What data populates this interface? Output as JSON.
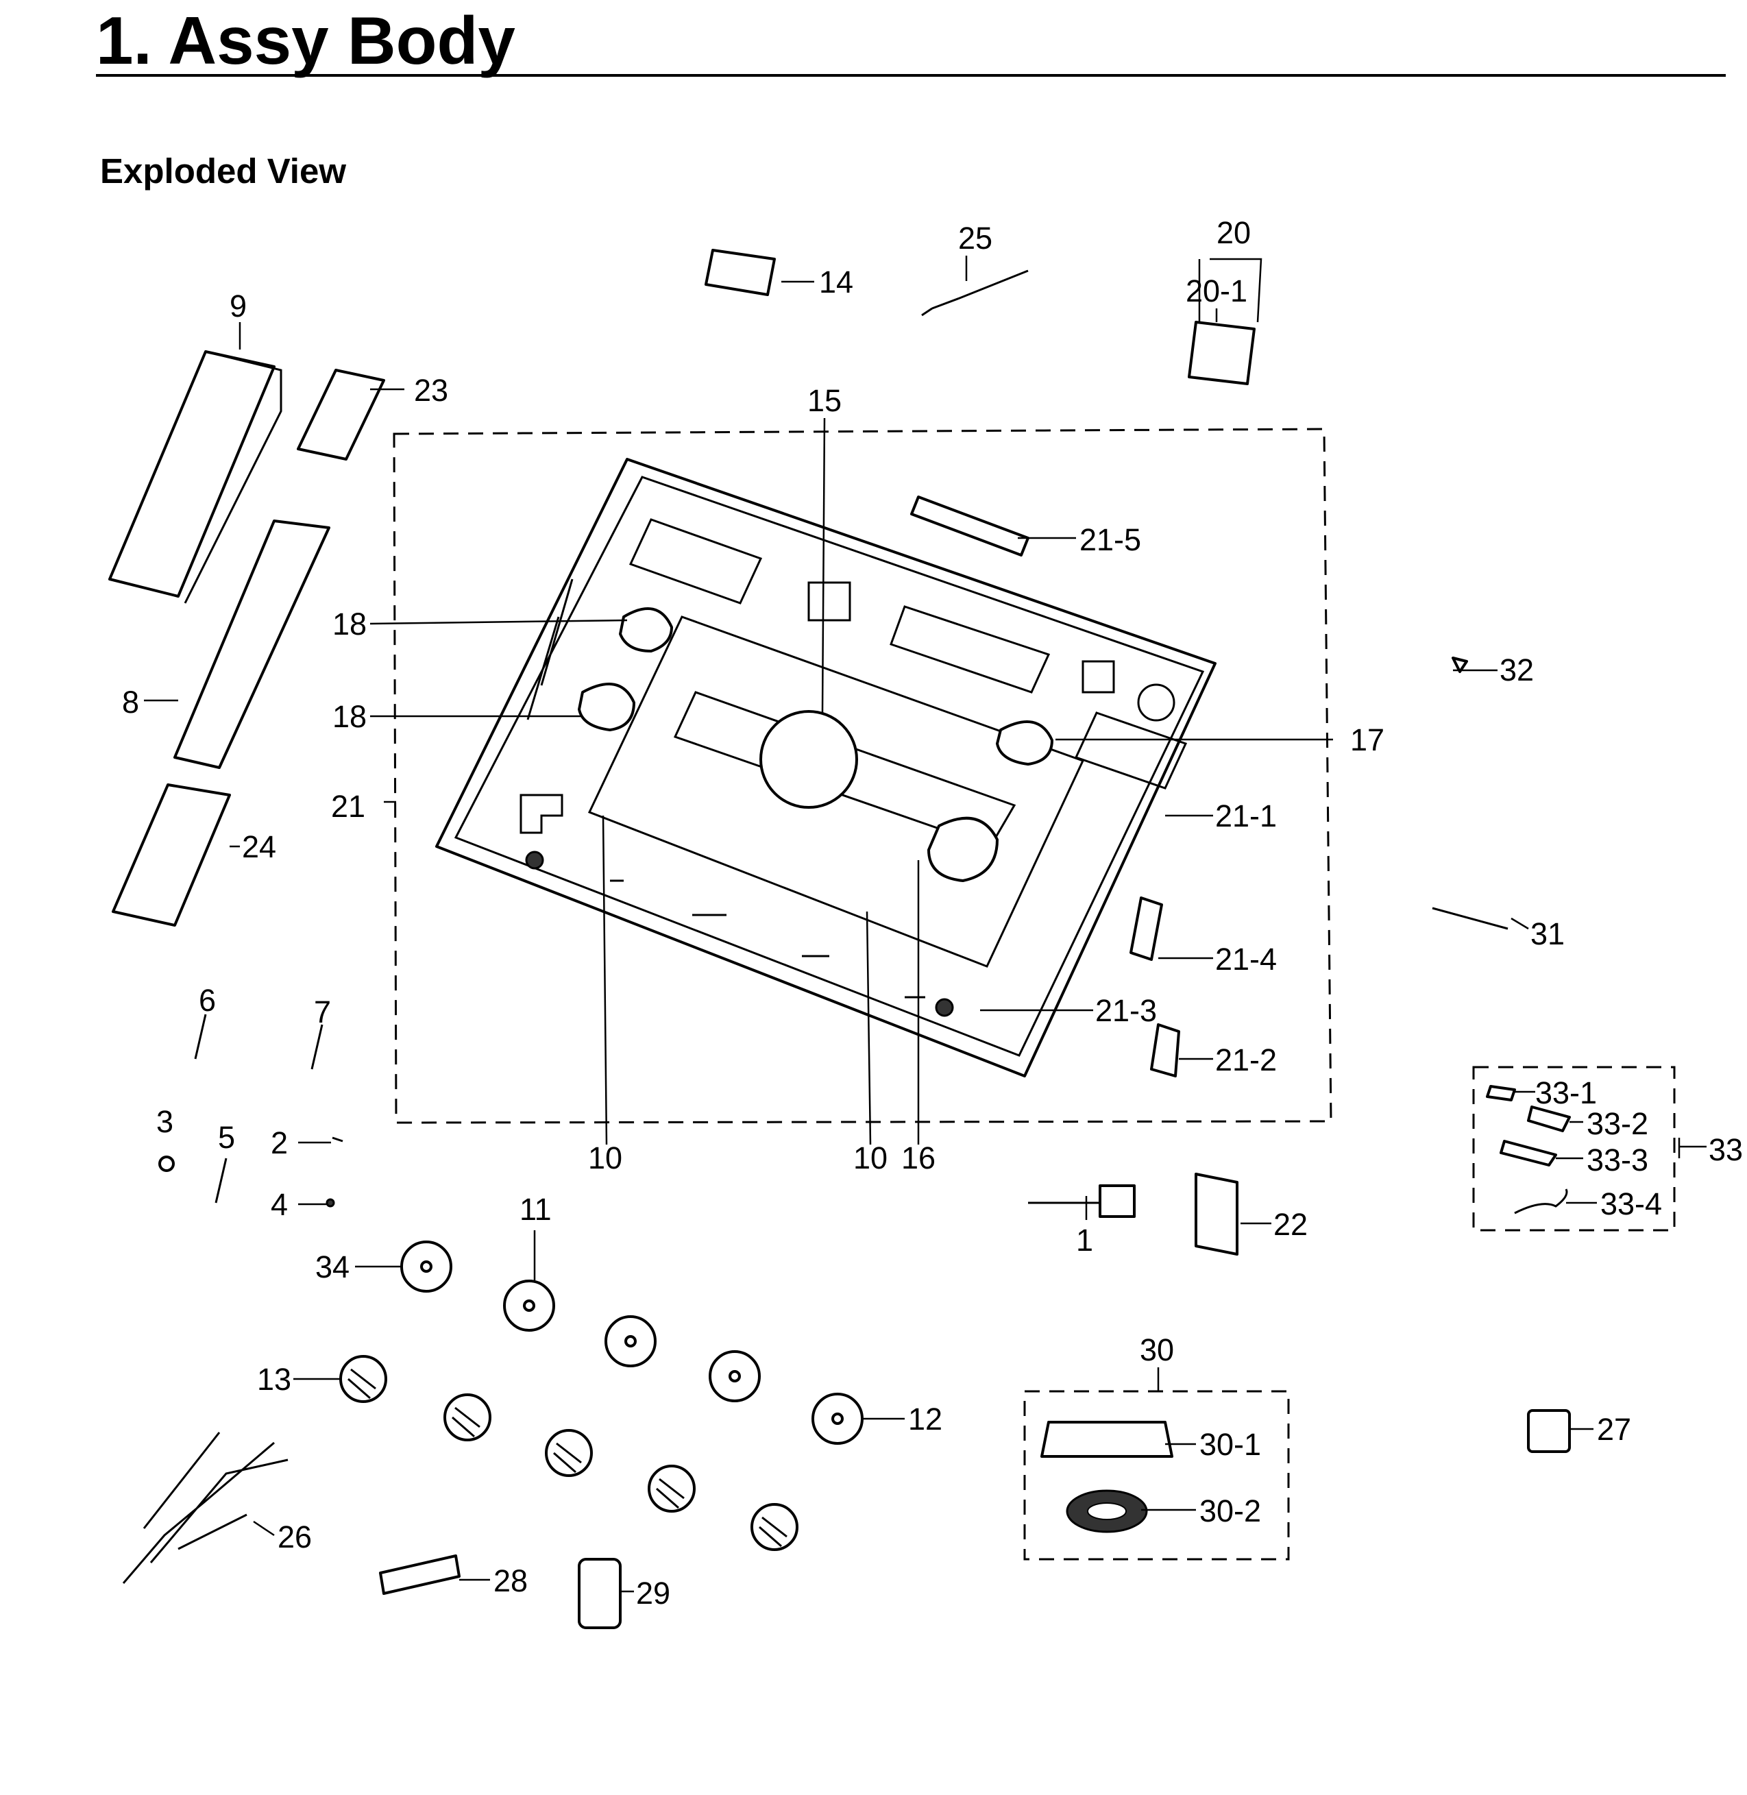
{
  "title": "1.  Assy Body",
  "subtitle": "Exploded View",
  "labels": {
    "l1": "1",
    "l2": "2",
    "l3": "3",
    "l4": "4",
    "l5": "5",
    "l6": "6",
    "l7": "7",
    "l8": "8",
    "l9": "9",
    "l10a": "10",
    "l10b": "10",
    "l11": "11",
    "l12": "12",
    "l13": "13",
    "l14": "14",
    "l15": "15",
    "l16": "16",
    "l17": "17",
    "l18a": "18",
    "l18b": "18",
    "l20": "20",
    "l20_1": "20-1",
    "l21": "21",
    "l21_1": "21-1",
    "l21_2": "21-2",
    "l21_3": "21-3",
    "l21_4": "21-4",
    "l21_5": "21-5",
    "l22": "22",
    "l23": "23",
    "l24": "24",
    "l25": "25",
    "l26": "26",
    "l27": "27",
    "l28": "28",
    "l29": "29",
    "l30": "30",
    "l30_1": "30-1",
    "l30_2": "30-2",
    "l31": "31",
    "l32": "32",
    "l33": "33",
    "l33_1": "33-1",
    "l33_2": "33-2",
    "l33_3": "33-3",
    "l33_4": "33-4",
    "l34": "34"
  }
}
